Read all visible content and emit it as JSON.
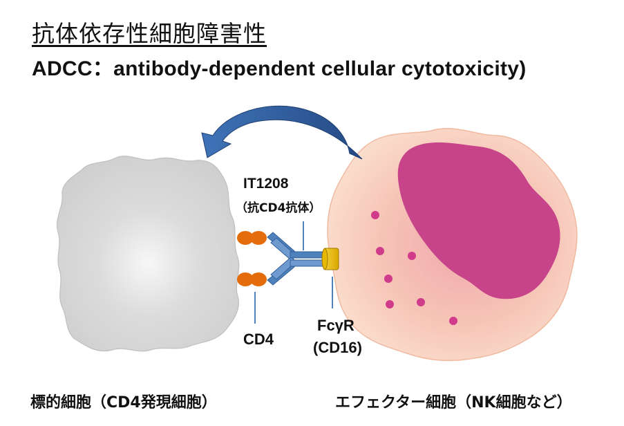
{
  "title": {
    "main": "抗体依存性細胞障害性",
    "sub": "ADCC：antibody-dependent  cellular cytotoxicity)"
  },
  "labels": {
    "antibody_name": "IT1208",
    "antibody_desc": "（抗CD4抗体）",
    "receptor": "CD4",
    "fc_receptor": "FcγR",
    "fc_receptor_alt": "(CD16)"
  },
  "captions": {
    "target_cell": "標的細胞（CD4発現細胞）",
    "effector_cell": "エフェクター細胞（NK細胞など）"
  },
  "colors": {
    "target_cell": "#d9d9d9",
    "effector_cell": "#f6c9b4",
    "nucleus": "#c7438a",
    "granule": "#d03b8a",
    "cd4_receptor": "#e46c0a",
    "antibody": "#4f81bd",
    "fc_receptor": "#f2c200",
    "arrow": "#2e5c9a"
  }
}
